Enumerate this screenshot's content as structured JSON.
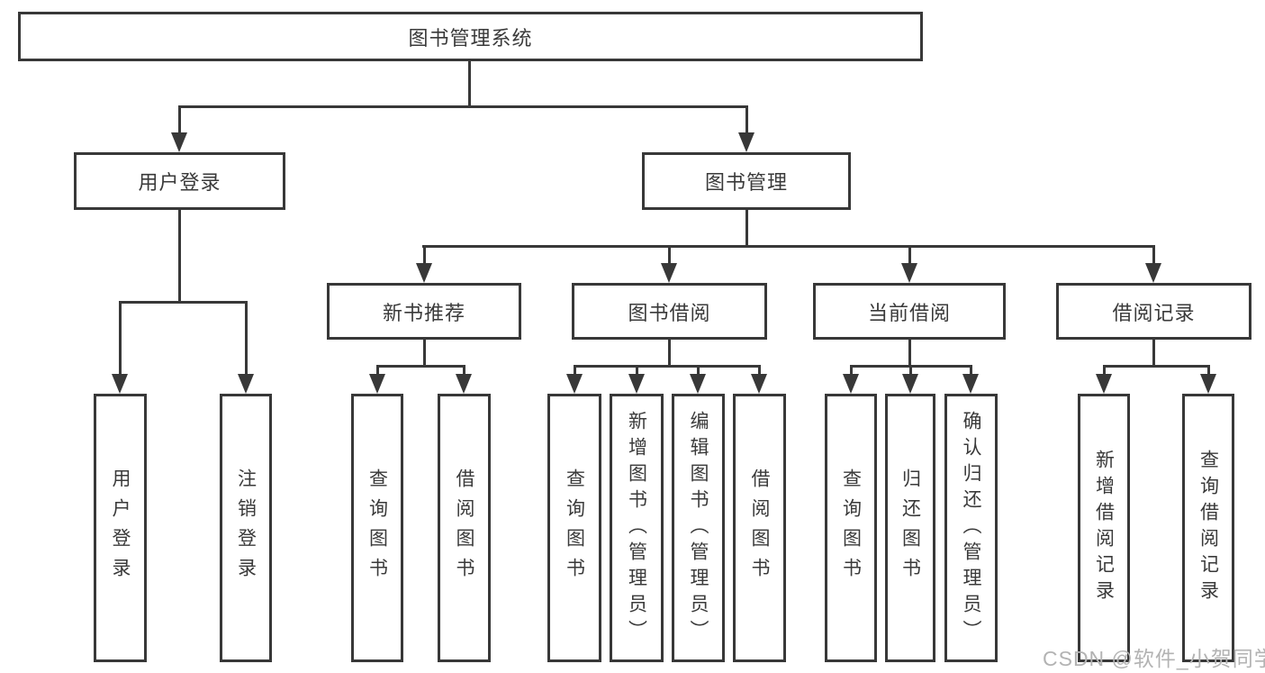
{
  "diagram": {
    "root": {
      "label": "图书管理系统"
    },
    "user_login": {
      "label": "用户登录",
      "children": [
        {
          "label": "用户登录"
        },
        {
          "label": "注销登录"
        }
      ]
    },
    "book_mgmt": {
      "label": "图书管理",
      "sections": [
        {
          "label": "新书推荐",
          "children": [
            {
              "label": "查询图书"
            },
            {
              "label": "借阅图书"
            }
          ]
        },
        {
          "label": "图书借阅",
          "children": [
            {
              "label": "查询图书"
            },
            {
              "label": "新增图书（管理员）"
            },
            {
              "label": "编辑图书（管理员）"
            },
            {
              "label": "借阅图书"
            }
          ]
        },
        {
          "label": "当前借阅",
          "children": [
            {
              "label": "查询图书"
            },
            {
              "label": "归还图书"
            },
            {
              "label": "确认归还（管理员）"
            }
          ]
        },
        {
          "label": "借阅记录",
          "children": [
            {
              "label": "新增借阅记录"
            },
            {
              "label": "查询借阅记录"
            }
          ]
        }
      ]
    },
    "colors": {
      "line": "#383838",
      "text": "#3a3a3a",
      "background": "#ffffff",
      "watermark": "#b3b3b3"
    },
    "watermark": {
      "text": "CSDN @软件_小贺同学"
    }
  }
}
